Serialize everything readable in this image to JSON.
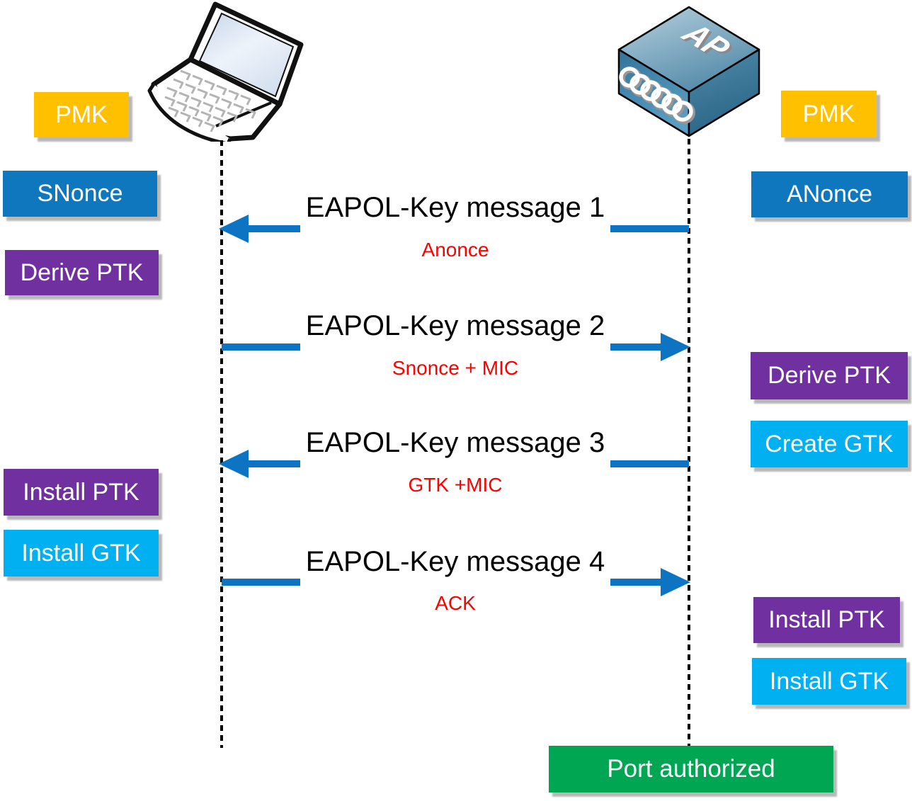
{
  "actors": {
    "station": {
      "icon": "laptop-icon"
    },
    "ap": {
      "icon": "access-point-icon",
      "label": "AP"
    }
  },
  "station_steps": [
    {
      "label": "PMK",
      "color": "#FFC000"
    },
    {
      "label": "SNonce",
      "color": "#0F77BE"
    },
    {
      "label": "Derive PTK",
      "color": "#7030A0"
    },
    {
      "label": "Install PTK",
      "color": "#7030A0"
    },
    {
      "label": "Install GTK",
      "color": "#00B0F0"
    }
  ],
  "ap_steps": [
    {
      "label": "PMK",
      "color": "#FFC000"
    },
    {
      "label": "ANonce",
      "color": "#0F77BE"
    },
    {
      "label": "Derive PTK",
      "color": "#7030A0"
    },
    {
      "label": "Create GTK",
      "color": "#00B0F0"
    },
    {
      "label": "Install PTK",
      "color": "#7030A0"
    },
    {
      "label": "Install GTK",
      "color": "#00B0F0"
    }
  ],
  "messages": [
    {
      "title": "EAPOL-Key message 1",
      "payload": "Anonce",
      "direction": "left"
    },
    {
      "title": "EAPOL-Key message 2",
      "payload": "Snonce + MIC",
      "direction": "right"
    },
    {
      "title": "EAPOL-Key message 3",
      "payload": "GTK +MIC",
      "direction": "left"
    },
    {
      "title": "EAPOL-Key message 4",
      "payload": "ACK",
      "direction": "right"
    }
  ],
  "footer": {
    "label": "Port authorized",
    "color": "#00A651"
  },
  "colors": {
    "arrow": "#0C74C2",
    "payload_text": "#FF0000",
    "lifeline": "#000000",
    "box_text": "#FFFFFF"
  }
}
